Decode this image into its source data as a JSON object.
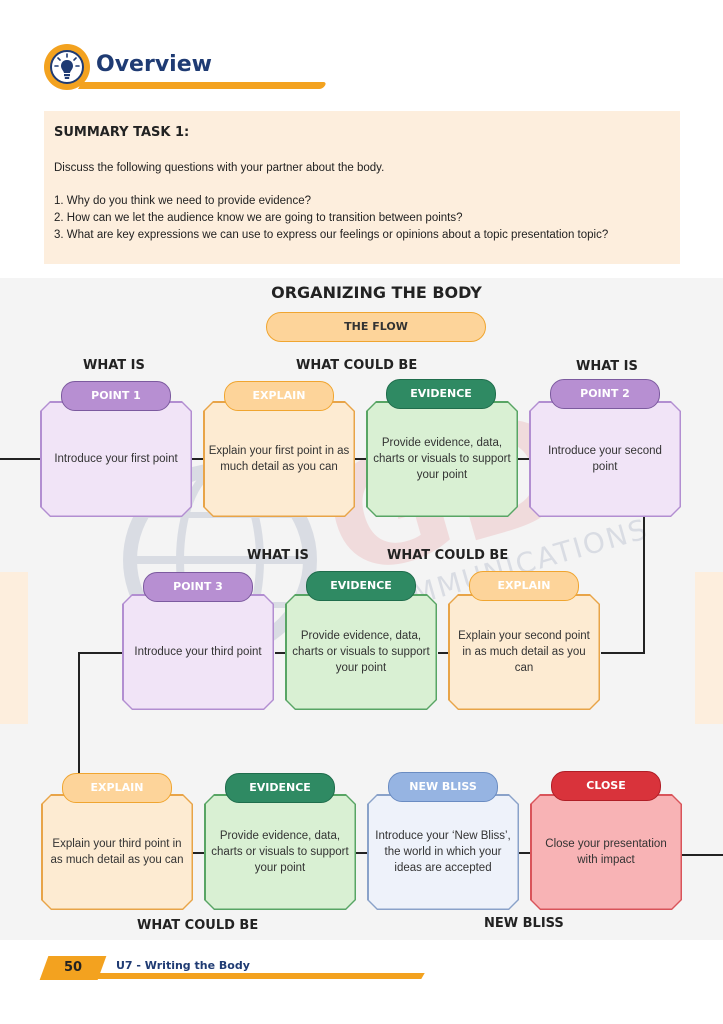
{
  "header": {
    "title": "Overview",
    "icon": "lightbulb-icon",
    "accent": "#f3a21f",
    "title_color": "#1f3b73"
  },
  "summary": {
    "title": "SUMMARY TASK 1:",
    "intro": "Discuss the following questions with your partner about the body.",
    "questions": [
      "1. Why do you think we need to provide evidence?",
      "2. How can we let the audience know we are going to transition between points?",
      "3. What are key expressions we can use to express our feelings or opinions about a topic presentation topic?"
    ]
  },
  "flow": {
    "title": "ORGANIZING THE BODY",
    "subtitle": "THE FLOW",
    "headings": {
      "row1_left": "WHAT IS",
      "row1_middle": "WHAT COULD BE",
      "row1_right": "WHAT IS",
      "row2_left": "WHAT IS",
      "row2_middle": "WHAT COULD BE",
      "row3_left": "WHAT COULD BE",
      "row3_right": "NEW BLISS"
    },
    "row1": [
      {
        "label": "POINT 1",
        "text": "Introduce your first point"
      },
      {
        "label": "EXPLAIN",
        "text": "Explain your first point in as much detail as you can"
      },
      {
        "label": "EVIDENCE",
        "text": "Provide evidence, data, charts or visuals to support your point"
      },
      {
        "label": "POINT 2",
        "text": "Introduce your second point"
      }
    ],
    "row2": [
      {
        "label": "POINT 3",
        "text": "Introduce your third point"
      },
      {
        "label": "EVIDENCE",
        "text": "Provide evidence, data, charts or visuals to support your point"
      },
      {
        "label": "EXPLAIN",
        "text": "Explain your second point in as much detail as you can"
      }
    ],
    "row3": [
      {
        "label": "EXPLAIN",
        "text": "Explain your third point in as much detail as you can"
      },
      {
        "label": "EVIDENCE",
        "text": "Provide evidence, data, charts or visuals to support your point"
      },
      {
        "label": "NEW BLISS",
        "text": "Introduce your ‘New Bliss’, the world in which your ideas are accepted"
      },
      {
        "label": "CLOSE",
        "text": "Close your presentation with impact"
      }
    ]
  },
  "watermark": {
    "letters": "GDI",
    "tagline": "COMMUNICATIONS"
  },
  "footer": {
    "page_number": "50",
    "unit": "U7 - Writing the Body"
  }
}
